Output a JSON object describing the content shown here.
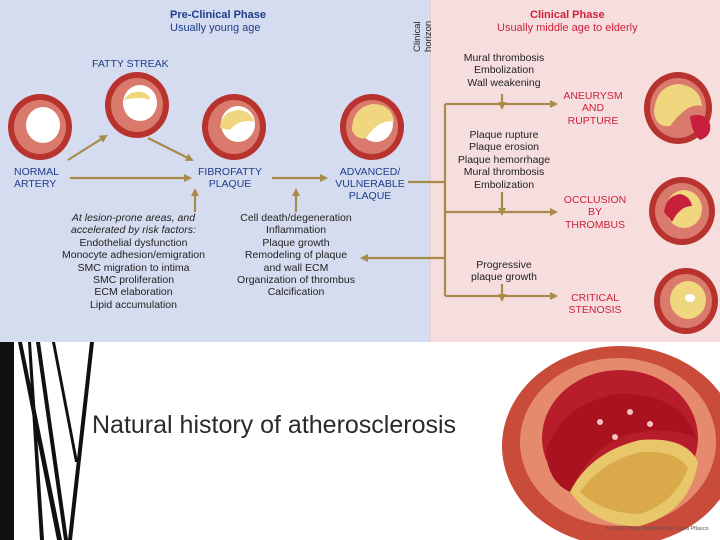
{
  "colors": {
    "preclinical_bg": "#d5dcef",
    "clinical_bg": "#f6dedf",
    "label_blue": "#1e3c8c",
    "label_red": "#d0203a",
    "text_dark": "#222222",
    "arrow": "#a88a4a",
    "artery_red": "#b8322e",
    "plaque_yellow": "#f1d680"
  },
  "preclinical": {
    "title": "Pre-Clinical Phase",
    "subtitle": "Usually young age"
  },
  "clinical": {
    "title": "Clinical Phase",
    "subtitle": "Usually middle age to elderly",
    "horizon_line1": "Clinical",
    "horizon_line2": "horizon"
  },
  "stages": {
    "fatty_streak": "FATTY STREAK",
    "normal_1": "NORMAL",
    "normal_2": "ARTERY",
    "fibro_1": "FIBROFATTY",
    "fibro_2": "PLAQUE",
    "adv_1": "ADVANCED/",
    "adv_2": "VULNERABLE",
    "adv_3": "PLAQUE"
  },
  "risk_factors": [
    "At lesion-prone areas, and",
    "accelerated by risk factors:",
    "Endothelial dysfunction",
    "Monocyte adhesion/emigration",
    "SMC migration to intima",
    "SMC proliferation",
    "ECM elaboration",
    "Lipid accumulation"
  ],
  "progression": [
    "Cell death/degeneration",
    "Inflammation",
    "Plaque growth",
    "Remodeling of plaque",
    "and wall ECM",
    "Organization of thrombus",
    "Calcification"
  ],
  "aneurysm_causes": [
    "Mural thrombosis",
    "Embolization",
    "Wall weakening"
  ],
  "occlusion_causes": [
    "Plaque rupture",
    "Plaque erosion",
    "Plaque hemorrhage",
    "Mural thrombosis",
    "Embolization"
  ],
  "stenosis_causes": [
    "Progressive",
    "plaque growth"
  ],
  "outcomes": {
    "aneurysm_1": "ANEURYSM",
    "aneurysm_2": "AND",
    "aneurysm_3": "RUPTURE",
    "occlusion_1": "OCCLUSION",
    "occlusion_2": "BY",
    "occlusion_3": "THROMBUS",
    "stenosis_1": "CRITICAL",
    "stenosis_2": "STENOSIS"
  },
  "slide": {
    "title": "Natural history of atherosclerosis",
    "copyright": "© 2009 Pfizer, Illustrated by Laura Pflasco"
  }
}
